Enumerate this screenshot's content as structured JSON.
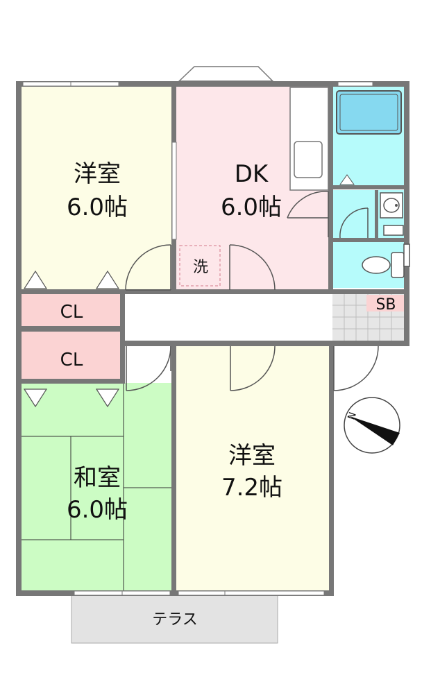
{
  "rooms": {
    "western_room_1": {
      "name": "洋室",
      "size": "6.0帖",
      "color": "#fdfde6"
    },
    "dining_kitchen": {
      "name": "DK",
      "size": "6.0帖",
      "color": "#fde7ea"
    },
    "western_room_2": {
      "name": "洋室",
      "size": "7.2帖",
      "color": "#fdfde6"
    },
    "japanese_room": {
      "name": "和室",
      "size": "6.0帖",
      "color": "#ccfcc4"
    }
  },
  "closets": {
    "closet_upper": "CL",
    "closet_lower": "CL",
    "color": "#fbd3d3"
  },
  "washer_label": "洗",
  "shoe_box_label": "SB",
  "terrace_label": "テラス",
  "wet_area_color": "#b6fbfb",
  "wall_color": "#777777",
  "icons": [
    "compass-north-icon",
    "bathtub-icon",
    "toilet-icon",
    "sink-icon",
    "kitchen-counter-icon"
  ]
}
